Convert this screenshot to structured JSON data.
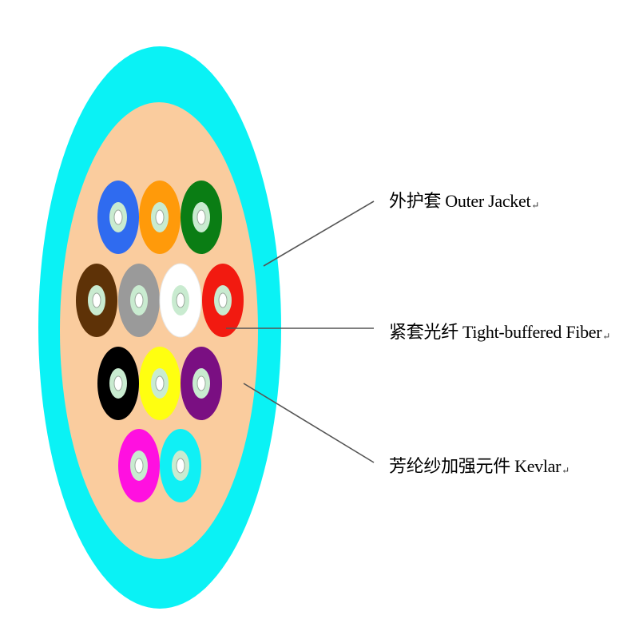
{
  "colors": {
    "outer_jacket": "#0AF2F5",
    "kevlar_fill": "#FACC9E",
    "fiber_core_ring": "#C9EBD0",
    "fiber_core_center": "#FFFFFF",
    "leader_line": "#555555"
  },
  "labels": {
    "outer_jacket": "外护套  Outer Jacket",
    "tight_buffered_fiber": "紧套光纤 Tight-buffered Fiber",
    "kevlar": "芳纶纱加强元件 Kevlar",
    "return_mark": "↵"
  },
  "fibers": [
    {
      "name": "blue",
      "color": "#2F6BF0"
    },
    {
      "name": "orange",
      "color": "#FF9A0A"
    },
    {
      "name": "green",
      "color": "#0A7D14"
    },
    {
      "name": "brown",
      "color": "#5E3207"
    },
    {
      "name": "gray",
      "color": "#9A9A9A"
    },
    {
      "name": "white",
      "color": "#FFFFFF"
    },
    {
      "name": "red",
      "color": "#F21A10"
    },
    {
      "name": "black",
      "color": "#000000"
    },
    {
      "name": "yellow",
      "color": "#FFFF10"
    },
    {
      "name": "violet",
      "color": "#7A0F82"
    },
    {
      "name": "rose",
      "color": "#FF10E0"
    },
    {
      "name": "aqua",
      "color": "#10F0F5"
    }
  ]
}
